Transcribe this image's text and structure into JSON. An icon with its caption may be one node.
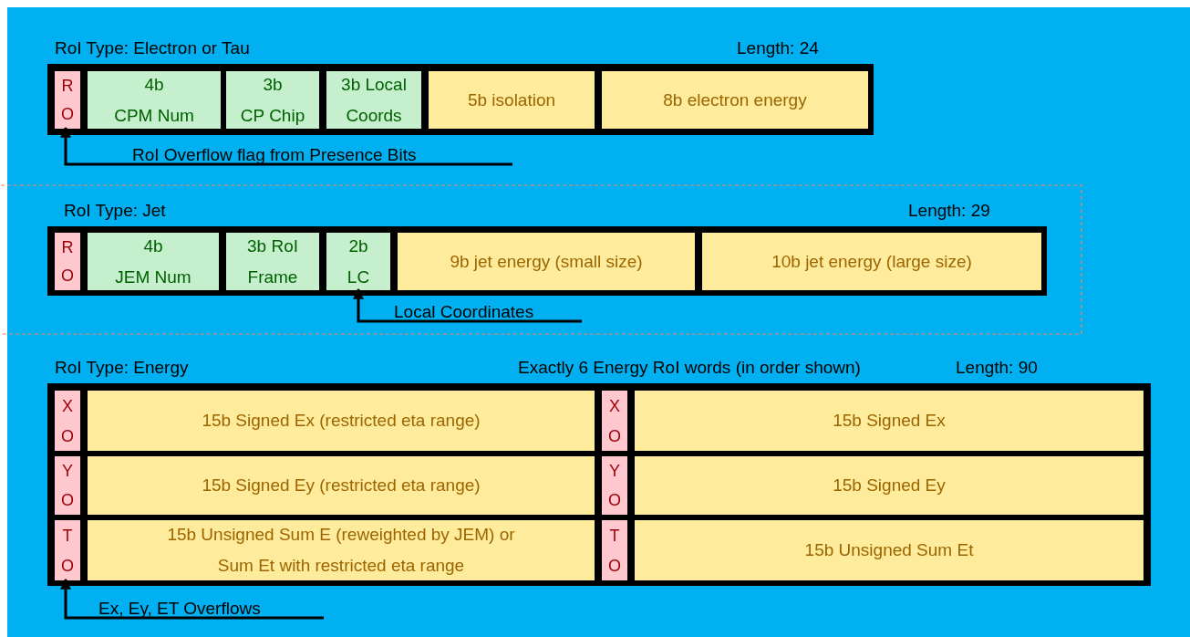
{
  "diagram": {
    "nodes": [
      {
        "text": [
          "RoI Type: Electron or Tau",
          "Length: 24"
        ]
      },
      {
        "text": [
          "R",
          "O"
        ],
        "in": 0
      },
      {
        "text": [
          "4b",
          "CPM Num"
        ],
        "in": 0
      },
      {
        "text": [
          "3b",
          "CP Chip"
        ],
        "in": 0
      },
      {
        "text": [
          "3b Local",
          "Coords"
        ],
        "in": 0
      },
      {
        "text": [
          "5b isolation"
        ],
        "in": 0
      },
      {
        "text": [
          "8b electron energy"
        ],
        "in": 0
      },
      {
        "text": [
          "RoI Overflow flag from Presence Bits"
        ]
      },
      {
        "text": [
          "RoI Type: Jet",
          "Length: 29"
        ]
      },
      {
        "text": [
          "R",
          "O"
        ],
        "in": 8
      },
      {
        "text": [
          "4b",
          "JEM Num"
        ],
        "in": 8
      },
      {
        "text": [
          "3b RoI",
          "Frame"
        ],
        "in": 8
      },
      {
        "text": [
          "2b",
          "LC"
        ],
        "in": 8
      },
      {
        "text": [
          "9b jet energy (small size)"
        ],
        "in": 8
      },
      {
        "text": [
          "10b jet energy (large size)"
        ],
        "in": 8
      },
      {
        "text": [
          "Local Coordinates"
        ]
      },
      {
        "text": [
          "RoI Type: Energy",
          "Exactly 6 Energy RoI words (in order shown)",
          "Length: 90"
        ]
      },
      {
        "text": [
          "X",
          "O"
        ],
        "in": 16
      },
      {
        "text": [
          "15b Signed Ex (restricted eta range)"
        ],
        "in": 16
      },
      {
        "text": [
          "X",
          "O"
        ],
        "in": 16
      },
      {
        "text": [
          "15b Signed Ex"
        ],
        "in": 16
      },
      {
        "text": [
          "Y",
          "O"
        ],
        "in": 16
      },
      {
        "text": [
          "15b Signed Ey (restricted eta range)"
        ],
        "in": 16
      },
      {
        "text": [
          "Y",
          "O"
        ],
        "in": 16
      },
      {
        "text": [
          "15b Signed Ey"
        ],
        "in": 16
      },
      {
        "text": [
          "T",
          "O"
        ],
        "in": 16
      },
      {
        "text": [
          "15b Unsigned Sum E (reweighted by JEM) or",
          "Sum Et with restricted eta range"
        ],
        "in": 16
      },
      {
        "text": [
          "T",
          "O"
        ],
        "in": 16
      },
      {
        "text": [
          "15b Unsigned Sum Et"
        ],
        "in": 16
      },
      {
        "text": [
          "Ex, Ey, ET Overflows"
        ]
      }
    ],
    "edges": [
      {
        "from": 7,
        "to": 1,
        "arrow": "to"
      },
      {
        "from": 15,
        "to": 12,
        "arrow": "to"
      },
      {
        "from": 29,
        "to": 25,
        "arrow": "to"
      }
    ]
  }
}
